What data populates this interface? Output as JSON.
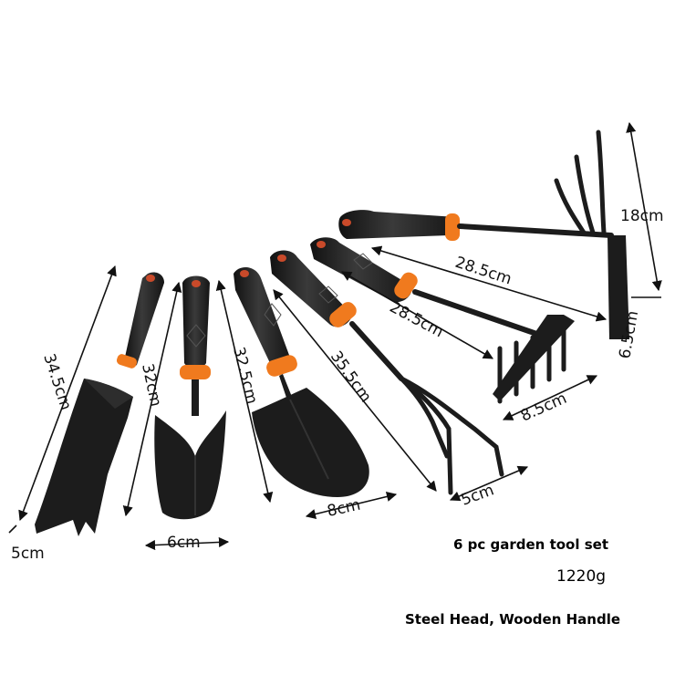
{
  "product": {
    "title": "6 pc garden tool set",
    "weight": "1220g",
    "material": "Steel Head, Wooden Handle"
  },
  "tools": [
    {
      "name": "narrow trowel",
      "length": "34.5cm",
      "width": "5cm"
    },
    {
      "name": "transplanting trowel",
      "length": "32cm",
      "width": "6cm"
    },
    {
      "name": "wide trowel",
      "length": "32.5cm",
      "width": "8cm"
    },
    {
      "name": "cultivator",
      "length": "35.5cm",
      "width": "5cm"
    },
    {
      "name": "rake",
      "length": "28.5cm",
      "width": "8.5cm"
    },
    {
      "name": "hoe fork",
      "length": "28.5cm",
      "head_height": "18cm",
      "blade_width": "6.5cm"
    }
  ],
  "colors": {
    "handle": "#2a2a2a",
    "steel": "#1c1c1c",
    "accent_ring": "#f07a1e",
    "background": "#ffffff"
  }
}
